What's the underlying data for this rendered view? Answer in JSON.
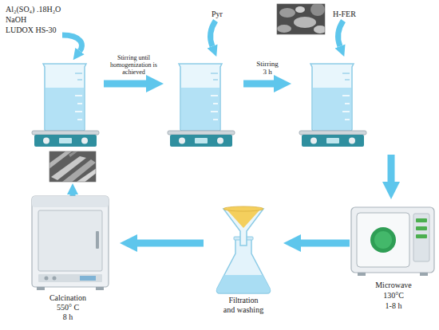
{
  "diagram": {
    "nodes": [
      {
        "text": [
          "Al₂(SO₄) .18H₂O",
          "NaOH",
          "LUDOX HS-30"
        ]
      },
      {
        "text": [
          "Pyr"
        ]
      },
      {
        "text": [
          "H-FER"
        ]
      },
      {
        "text": [
          "Microwave",
          "130°C",
          "1-8 h"
        ]
      },
      {
        "text": [
          "Filtration and washing"
        ]
      },
      {
        "text": [
          "Calcination",
          "550° C",
          "8 h"
        ]
      }
    ],
    "edges": [
      {
        "from": 0,
        "to": 1,
        "arrow": "to",
        "label": "Stirring until homogenization is achieved"
      },
      {
        "from": 1,
        "to": 2,
        "arrow": "to",
        "label": "Stirring 3 h"
      },
      {
        "from": 2,
        "to": 3,
        "arrow": "to"
      },
      {
        "from": 3,
        "to": 4,
        "arrow": "to"
      },
      {
        "from": 4,
        "to": 5,
        "arrow": "to"
      }
    ]
  }
}
